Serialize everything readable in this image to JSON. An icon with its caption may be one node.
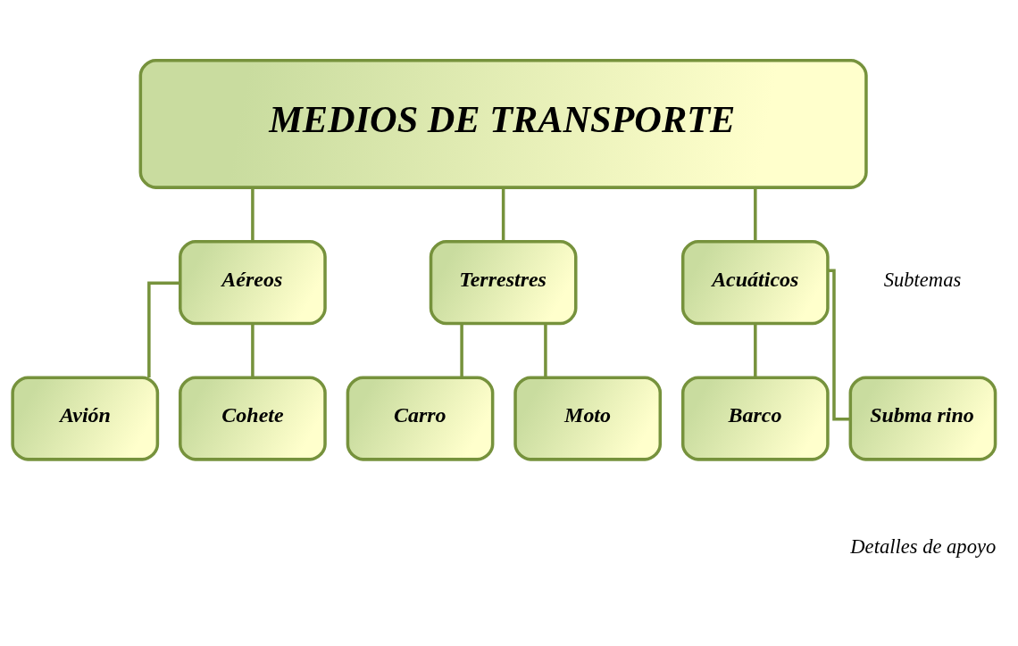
{
  "diagram": {
    "nodes": [
      {
        "text": [
          "MEDIOS DE TRANSPORTE"
        ]
      },
      {
        "text": [
          "Aéreos"
        ]
      },
      {
        "text": [
          "Terrestres"
        ]
      },
      {
        "text": [
          "Acuáticos"
        ]
      },
      {
        "text": [
          "Avión"
        ]
      },
      {
        "text": [
          "Cohete"
        ]
      },
      {
        "text": [
          "Carro"
        ]
      },
      {
        "text": [
          "Moto"
        ]
      },
      {
        "text": [
          "Barco"
        ]
      },
      {
        "text": [
          "Subma rino"
        ]
      }
    ],
    "edges": [
      {
        "from": 0,
        "to": 1,
        "arrow": "none"
      },
      {
        "from": 0,
        "to": 2,
        "arrow": "none"
      },
      {
        "from": 0,
        "to": 3,
        "arrow": "none"
      },
      {
        "from": 1,
        "to": 4,
        "arrow": "none"
      },
      {
        "from": 1,
        "to": 5,
        "arrow": "none"
      },
      {
        "from": 2,
        "to": 6,
        "arrow": "none"
      },
      {
        "from": 2,
        "to": 7,
        "arrow": "none"
      },
      {
        "from": 3,
        "to": 8,
        "arrow": "none"
      },
      {
        "from": 3,
        "to": 9,
        "arrow": "none"
      }
    ],
    "labels": [
      "Subtemas",
      "Detalles de apoyo"
    ]
  }
}
